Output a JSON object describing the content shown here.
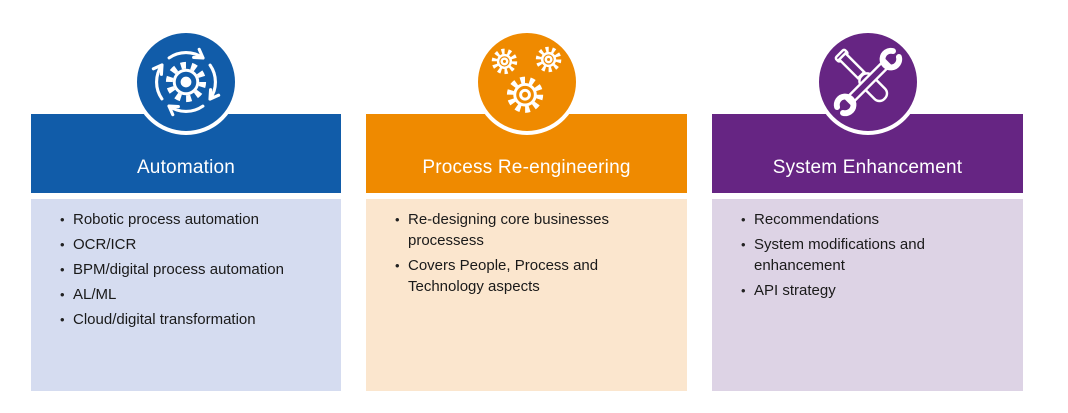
{
  "infographic": {
    "type": "three-pillar-cards",
    "colors": {
      "automation_header": "#115CA9",
      "automation_body": "#D5DCF0",
      "process_header": "#EF8A00",
      "process_body": "#FBE6CE",
      "system_header": "#662583",
      "system_body": "#DDD3E5",
      "title_text": "#FFFFFF",
      "body_text": "#1A1A1A",
      "background": "#FFFFFF"
    }
  },
  "cards": [
    {
      "title": "Automation",
      "icon": "gear-cycle-icon",
      "header_color": "#115CA9",
      "body_color": "#D5DCF0",
      "items": [
        "Robotic process automation",
        "OCR/ICR",
        "BPM/digital process automation",
        "AL/ML",
        "Cloud/digital transformation"
      ]
    },
    {
      "title": "Process Re-engineering",
      "icon": "three-gears-icon",
      "header_color": "#EF8A00",
      "body_color": "#FBE6CE",
      "items": [
        "Re-designing core businesses processess",
        "Covers People, Process and Technology aspects"
      ]
    },
    {
      "title": "System Enhancement",
      "icon": "wrench-screwdriver-icon",
      "header_color": "#662583",
      "body_color": "#DDD3E5",
      "items": [
        "Recommendations",
        "System modifications and enhancement",
        "API strategy"
      ]
    }
  ]
}
